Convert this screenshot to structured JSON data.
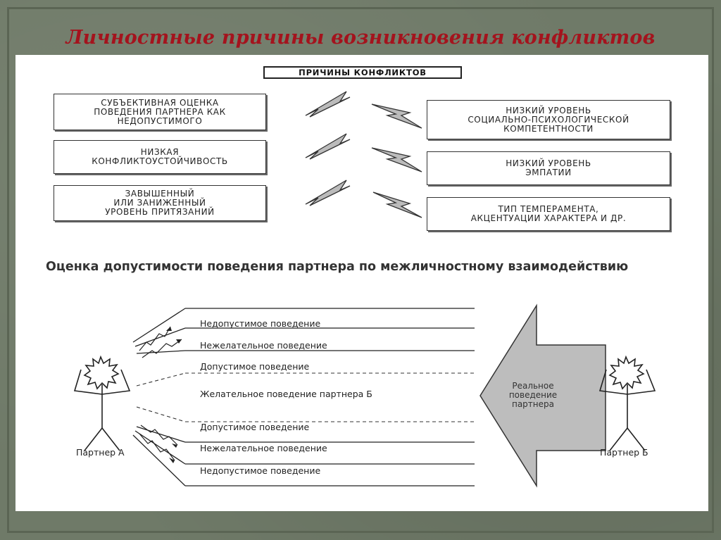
{
  "slide": {
    "title": "Личностные причины возникновения конфликтов"
  },
  "causes": {
    "header": "ПРИЧИНЫ КОНФЛИКТОВ",
    "left": [
      "СУБЪЕКТИВНАЯ ОЦЕНКА\nПОВЕДЕНИЯ ПАРТНЕРА КАК\nНЕДОПУСТИМОГО",
      "НИЗКАЯ\nКОНФЛИКТОУСТОЙЧИВОСТЬ",
      "ЗАВЫШЕННЫЙ\nИЛИ ЗАНИЖЕННЫЙ\nУРОВЕНЬ ПРИТЯЗАНИЙ"
    ],
    "right": [
      "НИЗКИЙ УРОВЕНЬ\nСОЦИАЛЬНО-ПСИХОЛОГИЧЕСКОЙ\nКОМПЕТЕНТНОСТИ",
      "НИЗКИЙ УРОВЕНЬ\nЭМПАТИИ",
      "ТИП ТЕМПЕРАМЕНТА,\nАКЦЕНТУАЦИИ ХАРАКТЕРА И ДР."
    ]
  },
  "assessment": {
    "title": "Оценка допустимости поведения партнера по межличностному взаимодействию",
    "levels": [
      "Недопустимое поведение",
      "Нежелательное поведение",
      "Допустимое поведение",
      "Желательное поведение партнера Б",
      "Допустимое поведение",
      "Нежелательное поведение",
      "Недопустимое поведение"
    ],
    "partner_a": "Партнер А",
    "partner_b": "Партнер Б",
    "arrow_label": "Реальное\nповедение\nпартнера"
  }
}
